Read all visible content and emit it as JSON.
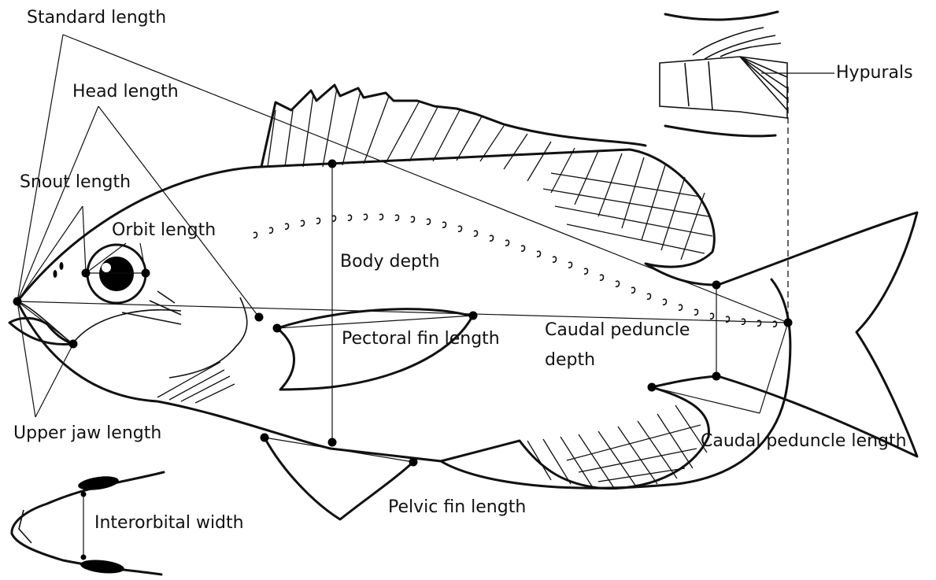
{
  "labels": {
    "standard_length": "Standard length",
    "head_length": "Head length",
    "snout_length": "Snout length",
    "orbit_length": "Orbit length",
    "body_depth": "Body depth",
    "pectoral_fin_length": "Pectoral fin length",
    "caudal_peduncle_depth_line1": "Caudal peduncle",
    "caudal_peduncle_depth_line2": "depth",
    "hypurals": "Hypurals",
    "upper_jaw_length": "Upper jaw length",
    "caudal_peduncle_length": "Caudal peduncle length",
    "pelvic_fin_length": "Pelvic fin length",
    "interorbital_width": "Interorbital width"
  },
  "colors": {
    "ink": "#111111",
    "background": "#ffffff"
  }
}
